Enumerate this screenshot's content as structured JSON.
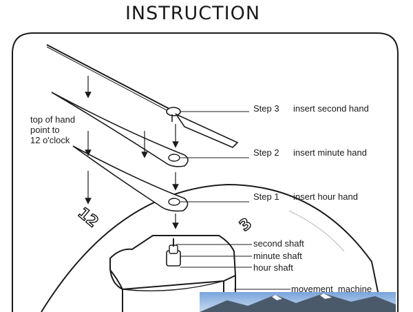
{
  "title": "INSTRUCTION",
  "steps": [
    {
      "number": "Step 3",
      "text": "insert second hand"
    },
    {
      "number": "Step 2",
      "text": "insert minute hand"
    },
    {
      "number": "Step 1",
      "text": "insert hour hand"
    }
  ],
  "note": [
    "top of hand",
    "point to",
    "12 o'clock"
  ],
  "shafts": [
    "second shaft",
    "minute shaft",
    "hour shaft"
  ],
  "movement_label": "movement  machine",
  "dial_numbers": {
    "twelve": "12",
    "three": "3"
  },
  "colors": {
    "ink": "#1a1a1a",
    "paper": "#ffffff",
    "sky": "#6f9bd6"
  }
}
